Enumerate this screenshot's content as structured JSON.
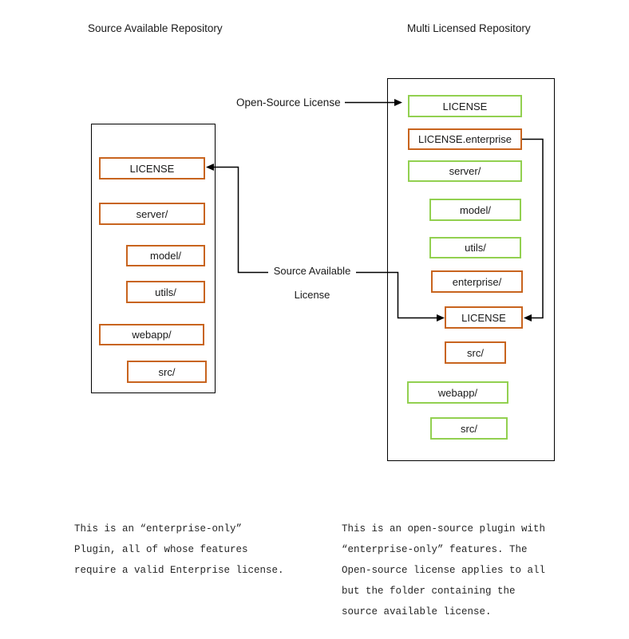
{
  "left_repo": {
    "title": "Source Available Repository",
    "items": [
      {
        "label": "LICENSE",
        "license": "source-available"
      },
      {
        "label": "server/",
        "license": "source-available"
      },
      {
        "label": "model/",
        "license": "source-available"
      },
      {
        "label": "utils/",
        "license": "source-available"
      },
      {
        "label": "webapp/",
        "license": "source-available"
      },
      {
        "label": "src/",
        "license": "source-available"
      }
    ],
    "caption": "This is an “enterprise-only”\nPlugin, all of whose features\nrequire a valid Enterprise license."
  },
  "right_repo": {
    "title": "Multi Licensed Repository",
    "items": [
      {
        "label": "LICENSE",
        "license": "open-source"
      },
      {
        "label": "LICENSE.enterprise",
        "license": "source-available"
      },
      {
        "label": "server/",
        "license": "open-source"
      },
      {
        "label": "model/",
        "license": "open-source"
      },
      {
        "label": "utils/",
        "license": "open-source"
      },
      {
        "label": "enterprise/",
        "license": "source-available"
      },
      {
        "label": "LICENSE",
        "license": "source-available"
      },
      {
        "label": "src/",
        "license": "source-available"
      },
      {
        "label": "webapp/",
        "license": "open-source"
      },
      {
        "label": "src/",
        "license": "open-source"
      }
    ],
    "caption": "This is an open-source plugin with\n“enterprise-only” features. The\nOpen-source license applies to all\nbut the folder containing the\nsource available license."
  },
  "connector_labels": {
    "open_source": "Open-Source License",
    "source_available": "Source Available\nLicense"
  },
  "colors": {
    "source_available_border": "#C8641E",
    "open_source_border": "#92D050",
    "connector_line": "#000000"
  }
}
